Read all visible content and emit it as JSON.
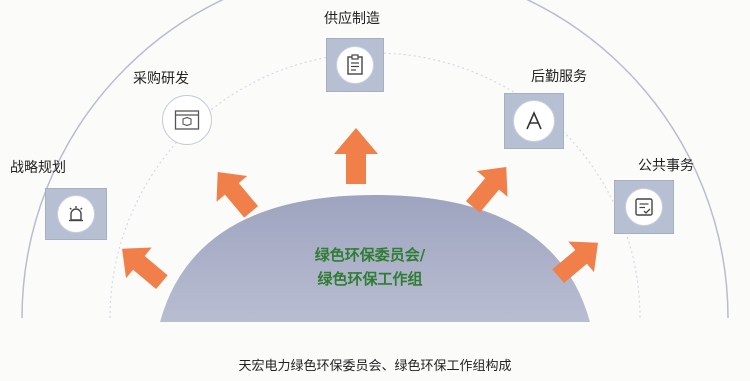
{
  "nodes": {
    "strategy": {
      "label": "战略规划",
      "icon": "alarm-bell-icon"
    },
    "procurement": {
      "label": "采购研发",
      "icon": "browser-box-icon"
    },
    "supply": {
      "label": "供应制造",
      "icon": "clipboard-icon"
    },
    "logistics": {
      "label": "后勤服务",
      "icon": "letter-a-icon"
    },
    "public": {
      "label": "公共事务",
      "icon": "checked-document-icon"
    }
  },
  "center": {
    "line1": "绿色环保委员会/",
    "line2": "绿色环保工作组"
  },
  "caption": "天宏电力绿色环保委员会、绿色环保工作组构成",
  "colors": {
    "arrow": "#f07f4a",
    "dome": "#a9aec7",
    "node_square": "#b7bfd3",
    "center_text": "#2e7d32"
  }
}
